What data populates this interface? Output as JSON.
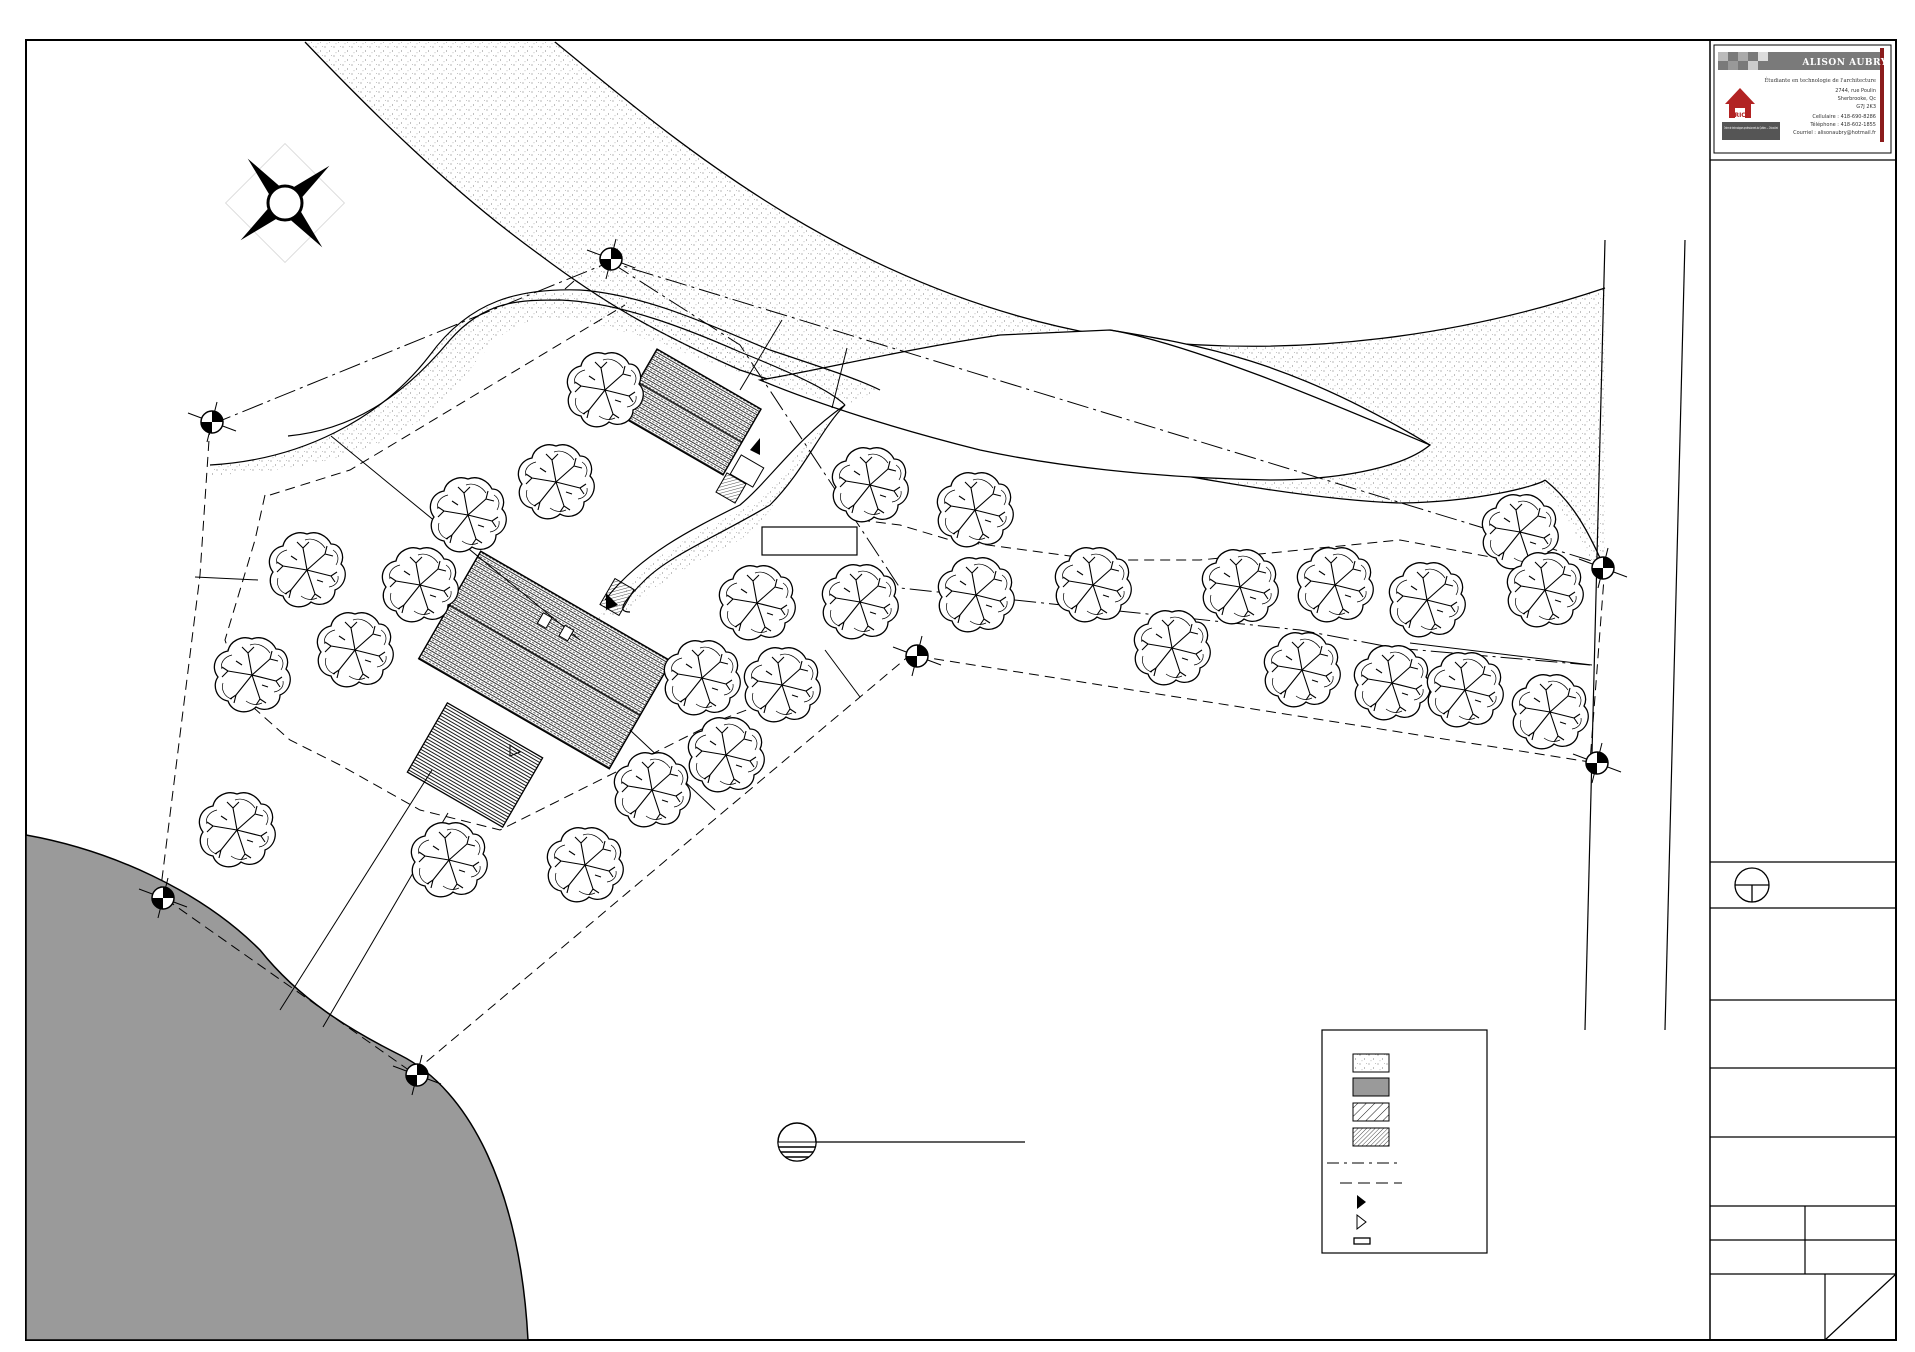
{
  "title_block": {
    "name": "ALISON AUBRY",
    "subtitle": "Étudiante en technologie de l'architecture",
    "address_lines": [
      "2744, rue Poulin",
      "Sherbrooke, Qc",
      "G7J 2K3"
    ],
    "contact_lines": [
      "Cellulaire : 418-690-8286",
      "Téléphone : 418-602-1855",
      "Courriel : alisonaubry@hotmail.fr"
    ],
    "logo_text": "BRICC",
    "logo_caption": "Ordre de technologues professionnels du Québec — Chicoutimi",
    "accent_color": "#8b1c1c"
  },
  "legend": {
    "swatches": [
      "dotted-fill",
      "solid-gray-fill",
      "diagonal-hatch-fill",
      "dense-hatch-fill"
    ],
    "line_styles": [
      "dash-dot",
      "long-dash"
    ],
    "symbols": [
      "filled-triangle-icon",
      "outline-triangle-icon",
      "small-rectangle-icon"
    ]
  },
  "colors": {
    "ink": "#000000",
    "water": "#9a9a9a",
    "paper": "#ffffff",
    "pavement_dots": "#666666"
  }
}
